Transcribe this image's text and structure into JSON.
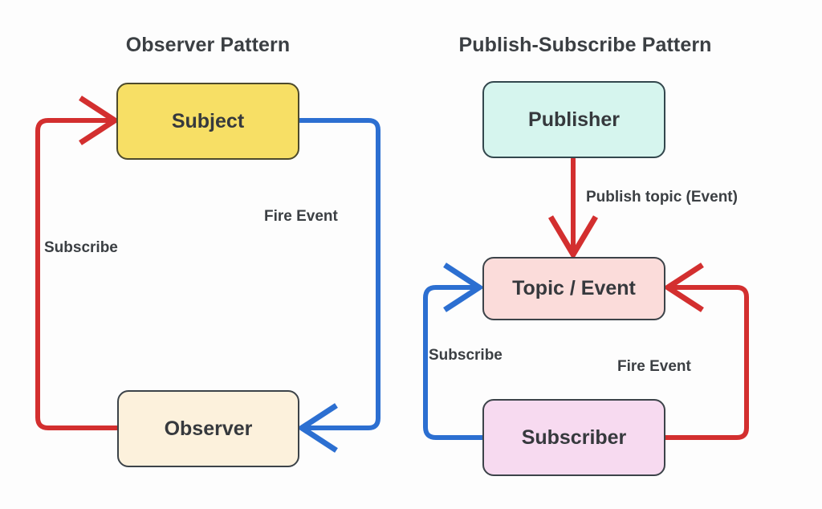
{
  "diagram": {
    "background_color": "#fdfdfd",
    "panels": [
      {
        "id": "observer-pattern",
        "title": "Observer Pattern",
        "nodes": [
          {
            "id": "subject",
            "label": "Subject",
            "fill": "#F7DF65",
            "stroke": "#4d4a2c"
          },
          {
            "id": "observer",
            "label": "Observer",
            "fill": "#FCF1DC",
            "stroke": "#3c4349"
          }
        ],
        "edges": [
          {
            "id": "observer-to-subject",
            "label": "Subscribe",
            "color": "#d32f2f",
            "from": "observer",
            "to": "subject"
          },
          {
            "id": "subject-to-observer",
            "label": "Fire Event",
            "color": "#2c6fd1",
            "from": "subject",
            "to": "observer"
          }
        ]
      },
      {
        "id": "publish-subscribe-pattern",
        "title": "Publish-Subscribe Pattern",
        "nodes": [
          {
            "id": "publisher",
            "label": "Publisher",
            "fill": "#D6F5EE",
            "stroke": "#33474d"
          },
          {
            "id": "topic",
            "label": "Topic / Event",
            "fill": "#FBDCDA",
            "stroke": "#3c4349"
          },
          {
            "id": "subscriber",
            "label": "Subscriber",
            "fill": "#F7DAF0",
            "stroke": "#3c4349"
          }
        ],
        "edges": [
          {
            "id": "publisher-to-topic",
            "label": "Publish topic (Event)",
            "color": "#d32f2f",
            "from": "publisher",
            "to": "topic"
          },
          {
            "id": "subscriber-to-topic-sub",
            "label": "Subscribe",
            "color": "#2c6fd1",
            "from": "subscriber",
            "to": "topic"
          },
          {
            "id": "subscriber-to-topic-fire",
            "label": "Fire Event",
            "color": "#d32f2f",
            "from": "subscriber",
            "to": "topic"
          }
        ]
      }
    ],
    "colors": {
      "red": "#d32f2f",
      "blue": "#2c6fd1",
      "text": "#3b3f43"
    }
  }
}
